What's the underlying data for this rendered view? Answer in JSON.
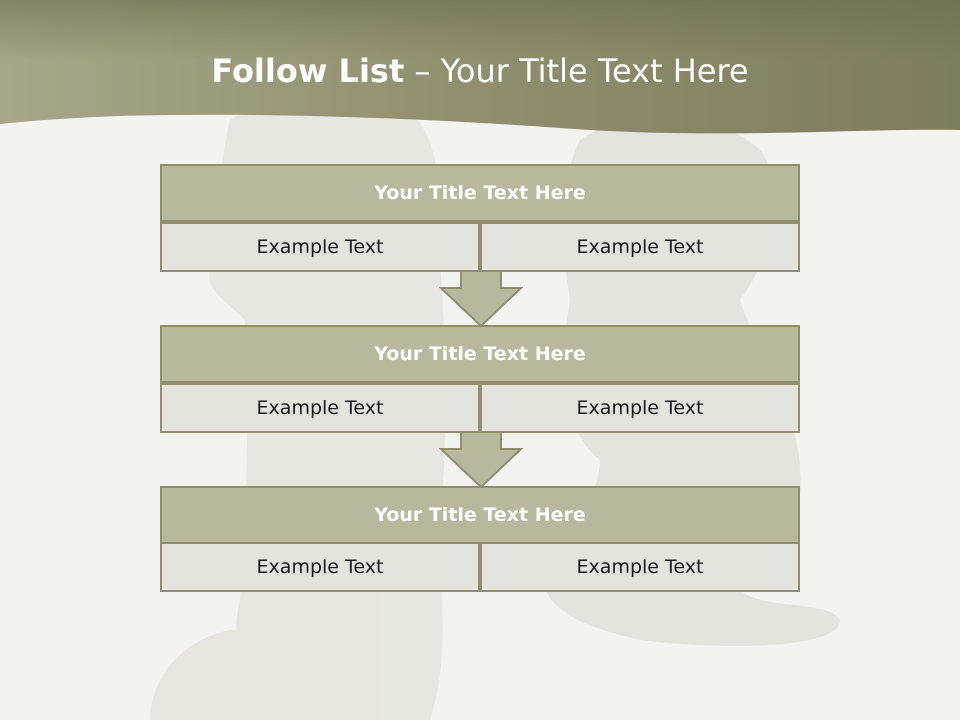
{
  "header": {
    "title_bold": "Follow List",
    "title_rest": " – Your Title Text Here"
  },
  "blocks": [
    {
      "title": "Your Title Text Here",
      "left": "Example Text",
      "right": "Example Text"
    },
    {
      "title": "Your Title Text Here",
      "left": "Example Text",
      "right": "Example Text"
    },
    {
      "title": "Your Title Text Here",
      "left": "Example Text",
      "right": "Example Text"
    }
  ],
  "colors": {
    "header_band": "#8a8a68",
    "title_fill": "#b8b89f",
    "cell_fill": "#e4e4df",
    "border": "#8f8f6e"
  },
  "icons": [
    "down-arrow-icon"
  ]
}
